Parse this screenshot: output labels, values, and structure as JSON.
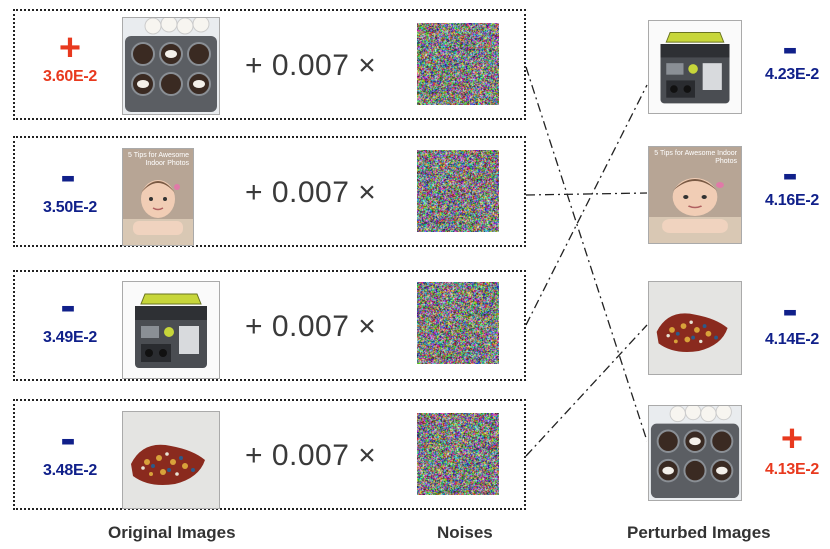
{
  "multiplier_text": "+ 0.007 ×",
  "rows": [
    {
      "sign": "+",
      "value": "3.60E-2",
      "image": "muffin-tray"
    },
    {
      "sign": "-",
      "value": "3.50E-2",
      "image": "baby-photo"
    },
    {
      "sign": "-",
      "value": "3.49E-2",
      "image": "power-station"
    },
    {
      "sign": "-",
      "value": "3.48E-2",
      "image": "cloth-bag"
    }
  ],
  "perturbed": [
    {
      "sign": "-",
      "value": "4.23E-2",
      "image": "power-station"
    },
    {
      "sign": "-",
      "value": "4.16E-2",
      "image": "baby-photo"
    },
    {
      "sign": "-",
      "value": "4.14E-2",
      "image": "cloth-bag"
    },
    {
      "sign": "+",
      "value": "4.13E-2",
      "image": "muffin-tray"
    }
  ],
  "mapping": [
    {
      "from_row": 1,
      "to_perturbed": 4
    },
    {
      "from_row": 2,
      "to_perturbed": 2
    },
    {
      "from_row": 3,
      "to_perturbed": 1
    },
    {
      "from_row": 4,
      "to_perturbed": 3
    }
  ],
  "captions": {
    "original": "Original Images",
    "noises": "Noises",
    "perturbed": "Perturbed Images"
  },
  "colors": {
    "positive": "#e8391e",
    "negative": "#10208a"
  },
  "photo_text": {
    "baby_photo_title": "5 Tips for Awesome Indoor Photos"
  }
}
